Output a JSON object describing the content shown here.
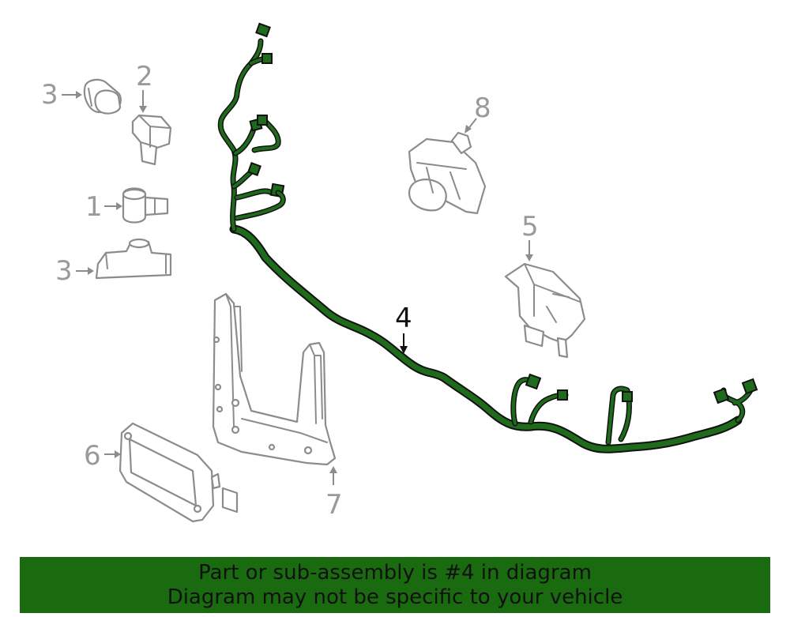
{
  "diagram": {
    "callouts": [
      "1",
      "2",
      "3",
      "3",
      "4",
      "5",
      "6",
      "7",
      "8"
    ],
    "highlight_color": "#1f6b1c",
    "part_color": "#8c8c8c"
  },
  "banner": {
    "line1": "Part or sub-assembly is #4 in diagram",
    "line2": "Diagram may not be specific to your vehicle",
    "background": "#1a6b10"
  }
}
